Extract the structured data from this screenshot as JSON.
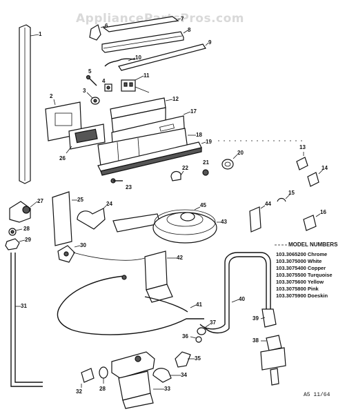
{
  "watermark": "AppliancePartsPros.com",
  "model_numbers": {
    "heading": "MODEL NUMBERS",
    "rows": [
      {
        "model": "103.3065200",
        "color": "Chrome"
      },
      {
        "model": "103.3075000",
        "color": "White"
      },
      {
        "model": "103.3075400",
        "color": "Copper"
      },
      {
        "model": "103.3075500",
        "color": "Turquoise"
      },
      {
        "model": "103.3075600",
        "color": "Yellow"
      },
      {
        "model": "103.3075800",
        "color": "Pink"
      },
      {
        "model": "103.3075900",
        "color": "Doeskin"
      }
    ]
  },
  "drawing_code": "A5 11/64",
  "callouts": [
    "1",
    "2",
    "3",
    "4",
    "5",
    "6",
    "7",
    "8",
    "9",
    "10",
    "11",
    "12",
    "13",
    "14",
    "15",
    "16",
    "17",
    "18",
    "19",
    "20",
    "21",
    "22",
    "23",
    "24",
    "25",
    "26",
    "27",
    "28",
    "29",
    "30",
    "31",
    "32",
    "33",
    "34",
    "35",
    "36",
    "37",
    "38",
    "39",
    "40",
    "41",
    "42",
    "43",
    "44",
    "45",
    "28"
  ]
}
